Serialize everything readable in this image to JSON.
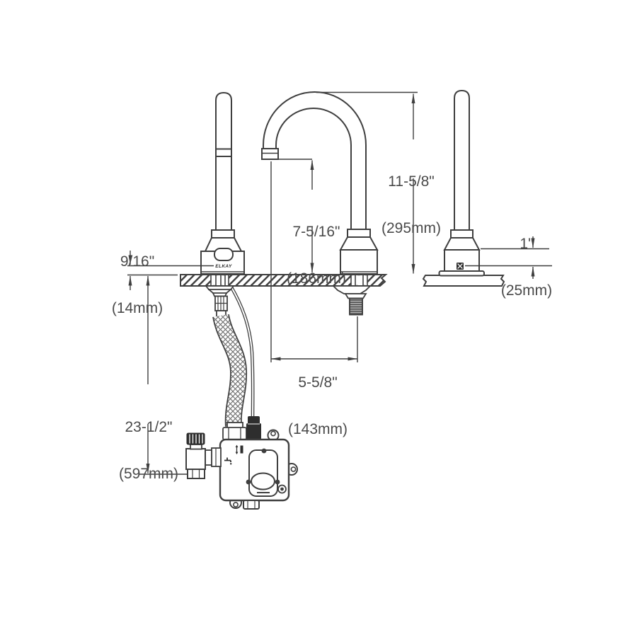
{
  "drawing": {
    "brand_logo": "ELKAY",
    "colors": {
      "line": "#3f3f3f",
      "text": "#4a4a4a",
      "background": "#ffffff",
      "dark_fill": "#2e2e2e"
    },
    "dimensions": {
      "spout_height": {
        "inches": "11-5/8\"",
        "metric": "(295mm)"
      },
      "outlet_height": {
        "inches": "7-5/16\"",
        "metric": "(186mm)"
      },
      "trim_to_deck": {
        "inches": "9/16\"",
        "metric": "(14mm)"
      },
      "sensor_height": {
        "inches": "1\"",
        "metric": "(25mm)"
      },
      "spout_reach": {
        "inches": "5-5/8\"",
        "metric": "(143mm)"
      },
      "supply_drop": {
        "inches": "23-1/2\"",
        "metric": "(597mm)"
      }
    },
    "icons": {
      "sensor_window": "x-in-square",
      "control_box_markings": [
        "flow-adjust-icon",
        "faucet-icon"
      ]
    }
  }
}
